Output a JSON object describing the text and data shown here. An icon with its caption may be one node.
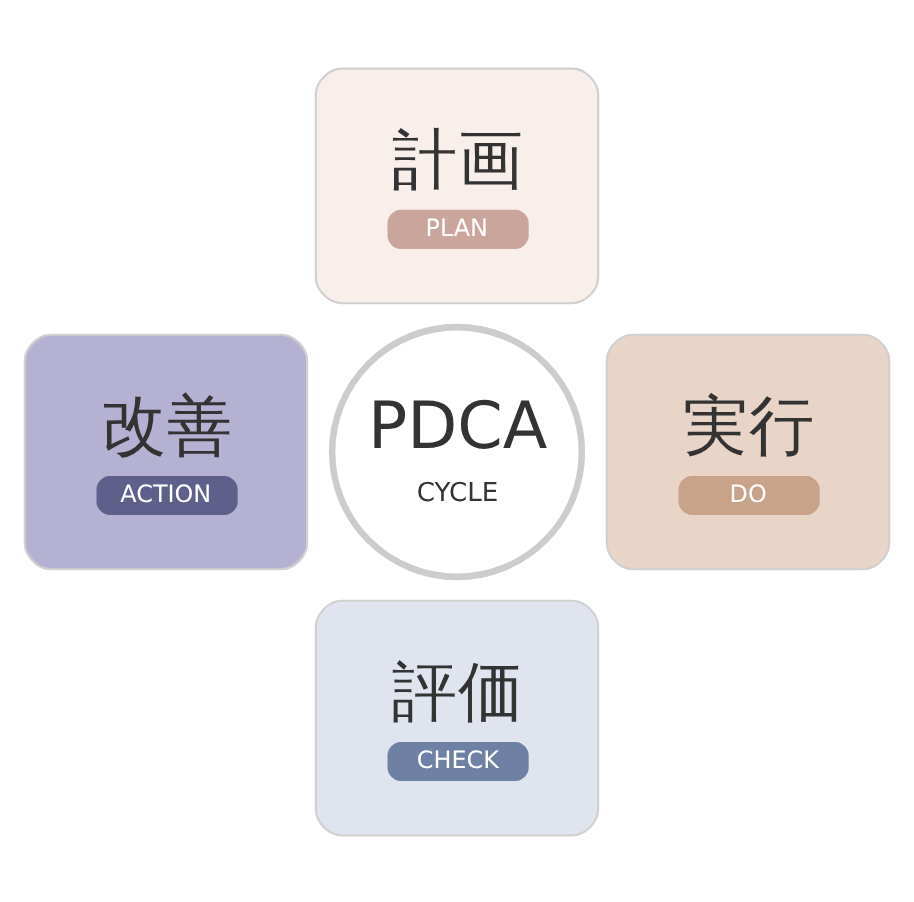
{
  "diagram": {
    "nodes": [
      {
        "text": [
          "計画",
          "PLAN"
        ]
      },
      {
        "text": [
          "改善",
          "ACTION"
        ]
      },
      {
        "text": [
          "PDCA",
          "CYCLE"
        ]
      },
      {
        "text": [
          "実行",
          "DO"
        ]
      },
      {
        "text": [
          "評価",
          "CHECK"
        ]
      }
    ]
  }
}
